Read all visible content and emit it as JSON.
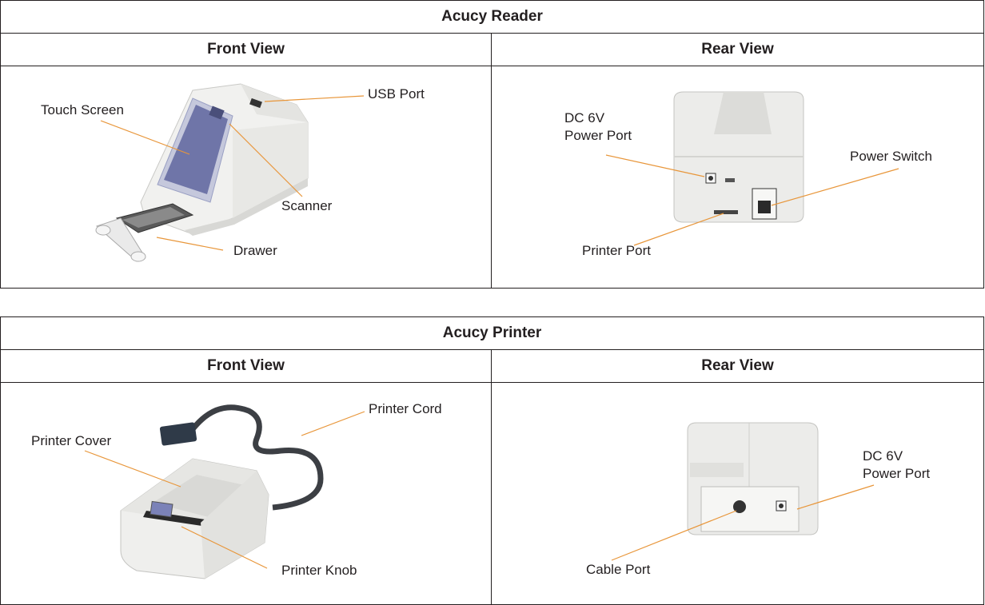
{
  "reader": {
    "title": "Acucy Reader",
    "front_heading": "Front View",
    "rear_heading": "Rear View",
    "front_labels": {
      "touch_screen": "Touch Screen",
      "usb_port": "USB Port",
      "scanner": "Scanner",
      "drawer": "Drawer"
    },
    "rear_labels": {
      "dc_line1": "DC 6V",
      "dc_line2": "Power Port",
      "power_switch": "Power Switch",
      "printer_port": "Printer Port"
    }
  },
  "printer": {
    "title": "Acucy Printer",
    "front_heading": "Front View",
    "rear_heading": "Rear View",
    "front_labels": {
      "printer_cord": "Printer Cord",
      "printer_cover": "Printer Cover",
      "printer_knob": "Printer Knob"
    },
    "rear_labels": {
      "dc_line1": "DC 6V",
      "dc_line2": "Power Port",
      "cable_port": "Cable Port"
    }
  },
  "colors": {
    "leader_line": "#e8963a",
    "border": "#231f20",
    "screen": "#7b82b8"
  }
}
